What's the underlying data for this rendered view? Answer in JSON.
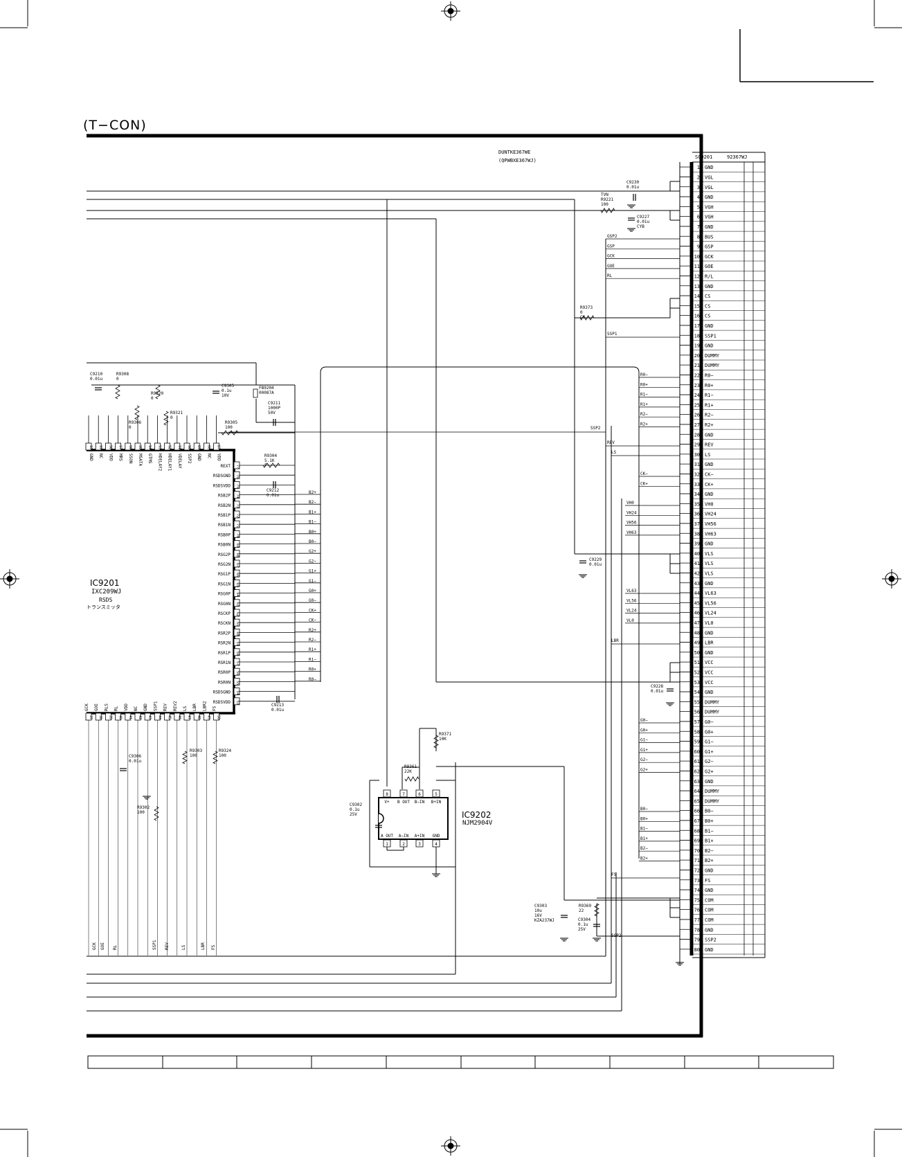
{
  "section_title": "(T−CON)",
  "board": {
    "part1": "DUNTKE367WE",
    "part2": "(QPWBXE367WJ)"
  },
  "connector": {
    "ref": "SC9201",
    "part": "92367WJ",
    "pins": [
      "GND",
      "VGL",
      "VGL",
      "GND",
      "VGH",
      "VGH",
      "GND",
      "BUS",
      "GSP",
      "GCK",
      "GOE",
      "R/L",
      "GND",
      "CS",
      "CS",
      "CS",
      "GND",
      "SSP1",
      "GND",
      "DUMMY",
      "DUMMY",
      "R0−",
      "R0+",
      "R1−",
      "R1+",
      "R2−",
      "R2+",
      "GND",
      "REV",
      "LS",
      "GND",
      "CK−",
      "CK+",
      "GND",
      "VH0",
      "VH24",
      "VH56",
      "VH63",
      "GND",
      "VLS",
      "VLS",
      "VLS",
      "GND",
      "VL63",
      "VL56",
      "VL24",
      "VL0",
      "GND",
      "LBR",
      "GND",
      "VCC",
      "VCC",
      "VCC",
      "GND",
      "DUMMY",
      "DUMMY",
      "G0−",
      "G0+",
      "G1−",
      "G1+",
      "G2−",
      "G2+",
      "GND",
      "DUMMY",
      "DUMMY",
      "B0−",
      "B0+",
      "B1−",
      "B1+",
      "B2−",
      "B2+",
      "GND",
      "FS",
      "GND",
      "COM",
      "COM",
      "COM",
      "GND",
      "SSP2",
      "GND"
    ]
  },
  "ic9201": {
    "ref": "IC9201",
    "part": "IXC209WJ",
    "desc1": "RSDS",
    "desc2": "トランスミッタ",
    "right_pins": [
      "REXT",
      "RSDSGND",
      "RSDSVDD",
      "RSB2P",
      "RSB2N",
      "RSB1P",
      "RSB1N",
      "RSB0P",
      "RSB0N",
      "RSG2P",
      "RSG2N",
      "RSG1P",
      "RSG1N",
      "RSG0P",
      "RSG0N",
      "RSCKP",
      "RSCKN",
      "RSR2P",
      "RSR2N",
      "RSR1P",
      "RSR1N",
      "RSR0P",
      "RSR0N",
      "RSDSGND",
      "RSDSVDD"
    ],
    "right_nums": [
      "77",
      "76",
      "75",
      "74",
      "73",
      "72",
      "71",
      "70",
      "69",
      "68",
      "67",
      "66",
      "65",
      "64",
      "63",
      "62",
      "61",
      "60",
      "59",
      "58",
      "57",
      "56",
      "55",
      "54",
      "53"
    ],
    "top_pins": [
      "GND",
      "NC",
      "VDD",
      "MRS",
      "SSON",
      "MSATA",
      "GTMS",
      "HDELAY2",
      "HDELAY1",
      "VDELAY",
      "SSP2",
      "GND",
      "NC",
      "VDD"
    ],
    "top_nums": [
      "100",
      "99",
      "98",
      "97",
      "96",
      "95",
      "94",
      "93",
      "92",
      "91",
      "90",
      "89",
      "88",
      "87"
    ],
    "bottom_pins": [
      "GCK",
      "GOE",
      "RLS",
      "RL",
      "VDD",
      "NC",
      "GND",
      "SSP1",
      "REV",
      "REV2",
      "LS",
      "LBR",
      "LBR2",
      "FS"
    ],
    "bottom_nums": [
      "37",
      "38",
      "39",
      "40",
      "41",
      "42",
      "43",
      "44",
      "45",
      "46",
      "47",
      "48",
      "49",
      "50"
    ]
  },
  "bus_labels": [
    "B2+",
    "B2−",
    "B1+",
    "B1−",
    "B0+",
    "B0−",
    "G2+",
    "G2−",
    "G1+",
    "G1−",
    "G0+",
    "G0−",
    "CK+",
    "CK−",
    "R2+",
    "R2−",
    "R1+",
    "R1−",
    "R0+",
    "R0−"
  ],
  "bottom_nets": [
    "GCK",
    "GOE",
    "RL",
    "SSP1",
    "REV",
    "LS",
    "LBR",
    "FS"
  ],
  "ic9202": {
    "ref": "IC9202",
    "part": "NJM2904V",
    "top": [
      "V+",
      "B OUT",
      "B−IN",
      "B+IN"
    ],
    "top_nums": [
      "8",
      "7",
      "6",
      "5"
    ],
    "bottom": [
      "A OUT",
      "A−IN",
      "A+IN",
      "GND"
    ],
    "bottom_nums": [
      "1",
      "2",
      "3",
      "4"
    ]
  },
  "components": {
    "c9230": [
      "C9230",
      "0.01u"
    ],
    "r9221": [
      "TVN",
      "R9221",
      "100"
    ],
    "c9227": [
      "C9227",
      "0.01u",
      "CYB"
    ],
    "r9373": [
      "R9373",
      "0",
      "CY"
    ],
    "c9229": [
      "C9229",
      "0.01u"
    ],
    "c9228": [
      "C9228",
      "0.01u"
    ],
    "c9210": [
      "C9210",
      "0.01u"
    ],
    "r9308": [
      "R9308",
      "0"
    ],
    "r9320": [
      "R9320",
      "0"
    ],
    "r9306": [
      "R9306",
      "0"
    ],
    "r9321": [
      "R9321",
      "0"
    ],
    "c9305": [
      "C9305",
      "0.1u",
      "10V"
    ],
    "fb9204": [
      "FB9204",
      "00087A"
    ],
    "c9211": [
      "C9211",
      "1000P",
      "50V"
    ],
    "r9305": [
      "R9305",
      "100"
    ],
    "r9304": [
      "R9304",
      "5.1K",
      "F"
    ],
    "c9212": [
      "C9212",
      "0.01u"
    ],
    "c9213": [
      "C9213",
      "0.01u"
    ],
    "c9306": [
      "C9306",
      "0.01u"
    ],
    "r9303": [
      "R9303",
      "100"
    ],
    "r9302": [
      "R9302",
      "100"
    ],
    "r9324": [
      "R9324",
      "100"
    ],
    "r9371": [
      "R9371",
      "10K"
    ],
    "r9361": [
      "R9361",
      "22K"
    ],
    "c9302": [
      "C9302",
      "0.1u",
      "25V"
    ],
    "c9303": [
      "C9303",
      "10u",
      "16V",
      "KZA237WJ"
    ],
    "r9369": [
      "R9369",
      "22"
    ],
    "c9304": [
      "C9304",
      "0.1u",
      "25V"
    ]
  },
  "right_nets": {
    "gate": [
      "GSP2",
      "GSP",
      "GCK",
      "GOE",
      "RL"
    ],
    "ssp1": "SSP1",
    "r": [
      "R0−",
      "R0+",
      "R1−",
      "R1+",
      "R2−",
      "R2+"
    ],
    "ssp2": "SSP2",
    "rev_ls": [
      "REV",
      "LS"
    ],
    "ck": [
      "CK−",
      "CK+"
    ],
    "vh": [
      "VH0",
      "VH24",
      "VH56",
      "VH63"
    ],
    "vl": [
      "VL63",
      "VL56",
      "VL24",
      "VL0"
    ],
    "lbr": "LBR",
    "g": [
      "G0−",
      "G0+",
      "G1−",
      "G1+",
      "G2−",
      "G2+"
    ],
    "b": [
      "B0−",
      "B0+",
      "B1−",
      "B1+",
      "B2−",
      "B2+"
    ],
    "fs": "FS",
    "ssp2b": "SSP2"
  }
}
